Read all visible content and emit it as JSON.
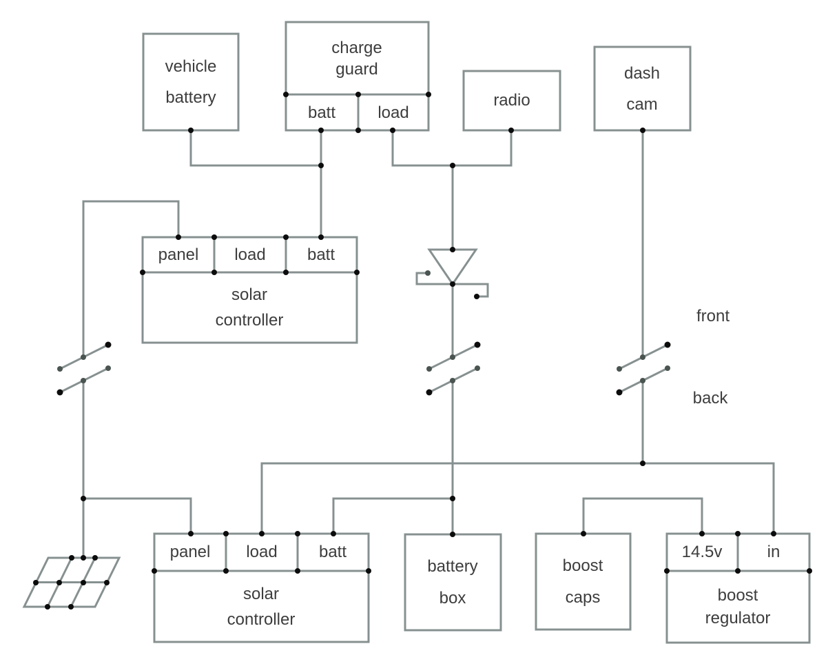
{
  "diagram": {
    "colors": {
      "background": "#ffffff",
      "line": "#879090",
      "text": "#3d3d3d",
      "dot": "#0c0c0c"
    },
    "components": {
      "vehicle_battery": {
        "label": "vehicle\nbattery"
      },
      "charge_guard": {
        "label": "charge\nguard",
        "pins": {
          "batt": "batt",
          "load": "load"
        }
      },
      "radio": {
        "label": "radio"
      },
      "dash_cam": {
        "label": "dash\ncam"
      },
      "solar_controller_top": {
        "label": "solar\ncontroller",
        "pins": {
          "panel": "panel",
          "load": "load",
          "batt": "batt"
        }
      },
      "solar_controller_bottom": {
        "label": "solar\ncontroller",
        "pins": {
          "panel": "panel",
          "load": "load",
          "batt": "batt"
        }
      },
      "battery_box": {
        "label": "battery\nbox"
      },
      "boost_caps": {
        "label": "boost\ncaps"
      },
      "boost_regulator": {
        "label": "boost\nregulator",
        "pins": {
          "v145": "14.5v",
          "in": "in"
        }
      }
    },
    "annotations": {
      "front": "front",
      "back": "back"
    }
  }
}
